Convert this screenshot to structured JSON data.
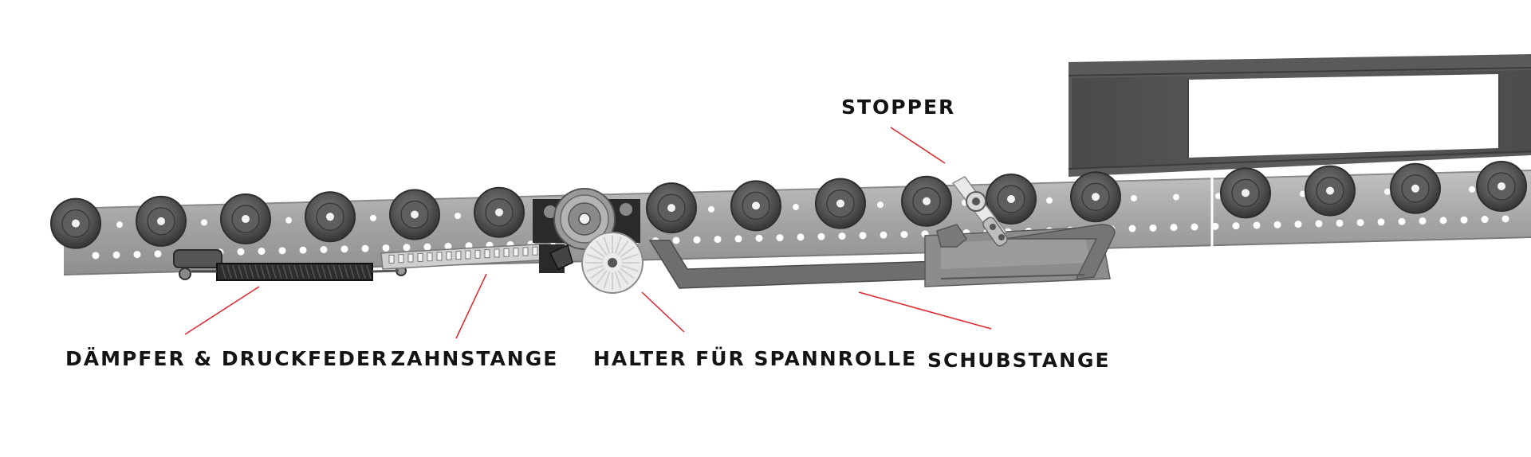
{
  "labels": {
    "stopper": "STOPPER",
    "daempfer": "DÄMPFER & DRUCKFEDER",
    "zahnstange": "ZAHNSTANGE",
    "halter": "HALTER FÜR SPANNROLLE",
    "schubstange": "SCHUBSTANGE"
  },
  "colors": {
    "leader_line": "#e0262b",
    "label_text": "#141414",
    "rail": "#a9a9a9",
    "roller": "#4d4d4d",
    "door_frame": "#555555"
  }
}
